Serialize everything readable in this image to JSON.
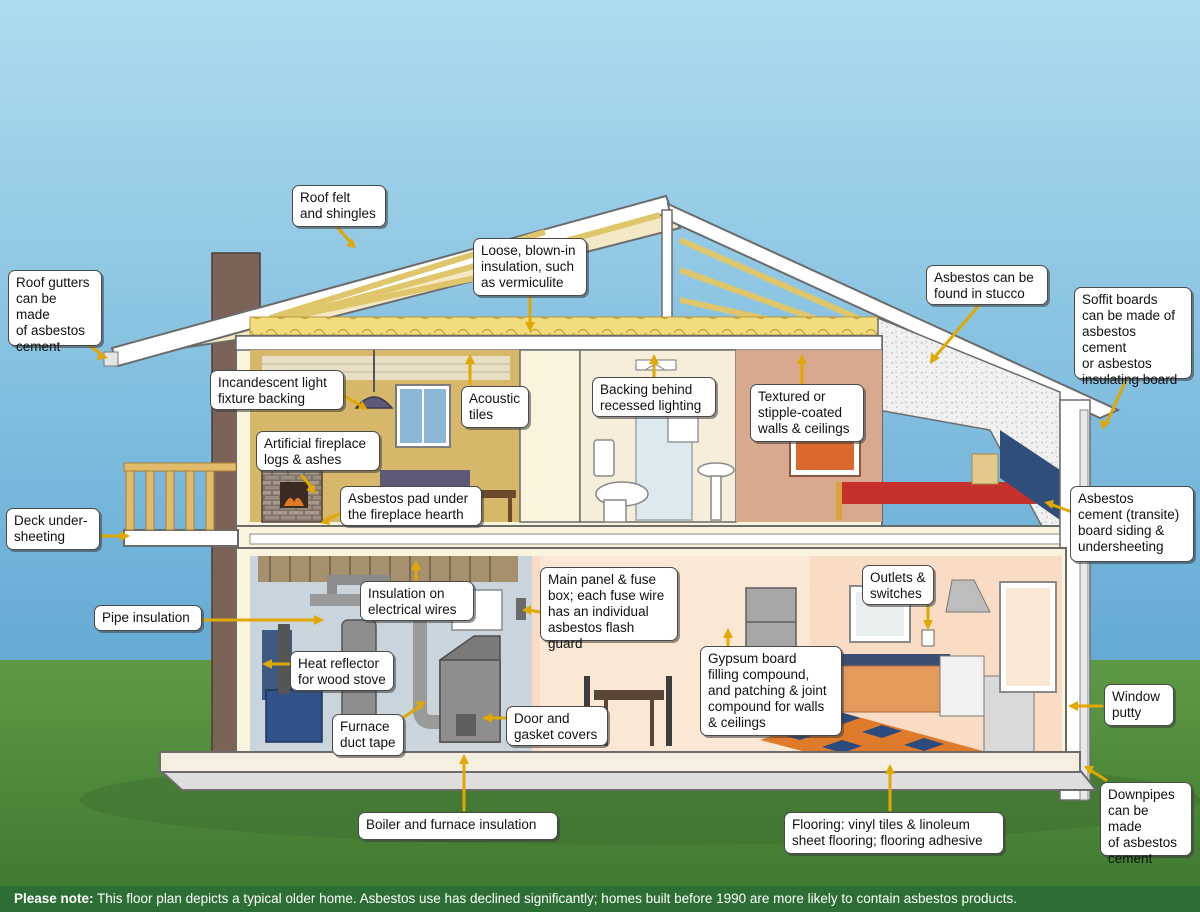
{
  "callouts": {
    "roof_felt": "Roof felt\nand shingles",
    "roof_gutters": "Roof gutters\ncan be made\nof asbestos\ncement",
    "loose_insulation": "Loose, blown-in\ninsulation, such\nas vermiculite",
    "stucco": "Asbestos can be\nfound in stucco",
    "soffit": "Soffit boards\ncan be made of\nasbestos cement\nor asbestos\ninsulating board",
    "light_fixture": "Incandescent light\nfixture backing",
    "acoustic_tiles": "Acoustic\ntiles",
    "recessed_lighting": "Backing behind\nrecessed lighting",
    "textured_walls": "Textured or\nstipple-coated\nwalls & ceilings",
    "fireplace_logs": "Artificial fireplace\nlogs & ashes",
    "fireplace_pad": "Asbestos pad under\nthe fireplace hearth",
    "deck": "Deck under-\nsheeting",
    "siding": "Asbestos\ncement (transite)\nboard siding &\nundersheeting",
    "electrical_wires": "Insulation on\nelectrical wires",
    "main_panel": "Main panel & fuse\nbox; each fuse wire\nhas an individual\nasbestos flash guard",
    "outlets": "Outlets &\nswitches",
    "pipe_insulation": "Pipe insulation",
    "heat_reflector": "Heat reflector\nfor wood stove",
    "gypsum": "Gypsum board\nfilling compound,\nand patching & joint\ncompound for walls\n& ceilings",
    "window_putty": "Window\nputty",
    "duct_tape": "Furnace\nduct tape",
    "door_gasket": "Door and\ngasket covers",
    "downpipes": "Downpipes\ncan be made\nof asbestos\ncement",
    "boiler": "Boiler and furnace insulation",
    "flooring": "Flooring: vinyl tiles & linoleum\nsheet flooring; flooring adhesive"
  },
  "footnote": {
    "label": "Please note:",
    "text": " This floor plan depicts a typical older home. Asbestos use has declined significantly; homes built before 1990 are more likely to contain asbestos products."
  },
  "colors": {
    "sky_top": "#9fd3ea",
    "sky_bottom": "#5fa8d3",
    "grass": "#4f8a3c",
    "arrow": "#e0a800",
    "insulation": "#f4e27a",
    "wall_fill": "#fbf4dc"
  }
}
